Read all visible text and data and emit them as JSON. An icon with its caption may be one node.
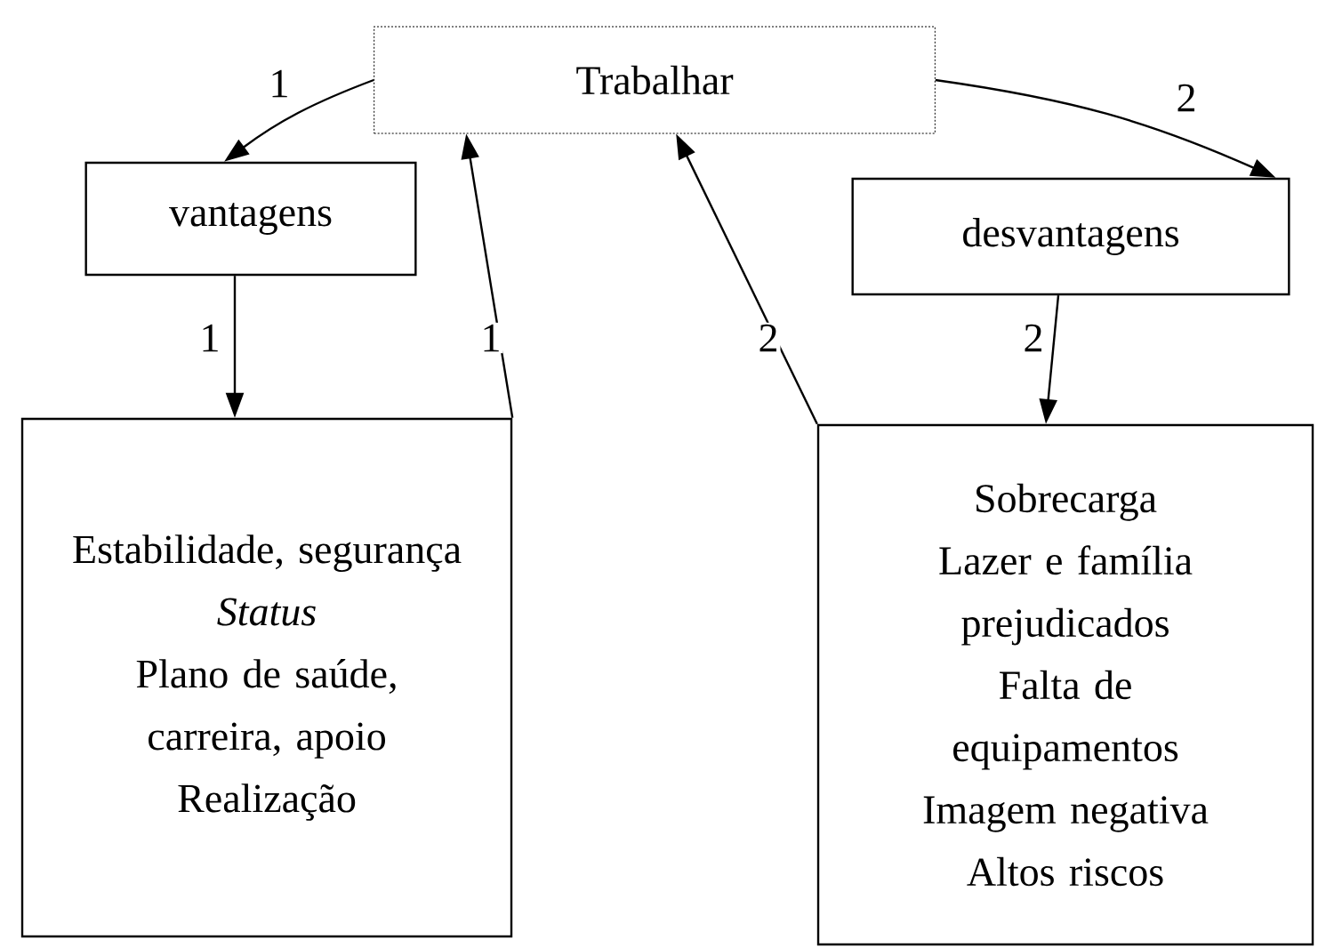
{
  "diagram": {
    "nodes": [
      {
        "text": [
          "Trabalhar"
        ]
      },
      {
        "text": [
          "vantagens"
        ]
      },
      {
        "text": [
          "desvantagens"
        ]
      },
      {
        "text": [
          "Estabilidade, segurança",
          "Status",
          "Plano de saúde, carreira, apoio",
          "Realização"
        ]
      },
      {
        "text": [
          "Sobrecarga",
          "Lazer e família prejudicados",
          "Falta de equipamentos",
          "Imagem negativa",
          "Altos riscos"
        ]
      }
    ],
    "edges": [
      {
        "from": 0,
        "to": 1,
        "arrow": "to",
        "label": "1"
      },
      {
        "from": 1,
        "to": 3,
        "arrow": "to",
        "label": "1"
      },
      {
        "from": 3,
        "to": 0,
        "arrow": "to",
        "label": "1"
      },
      {
        "from": 4,
        "to": 0,
        "arrow": "to",
        "label": "2"
      },
      {
        "from": 0,
        "to": 2,
        "arrow": "to",
        "label": "2"
      },
      {
        "from": 2,
        "to": 4,
        "arrow": "to",
        "label": "2"
      }
    ]
  }
}
